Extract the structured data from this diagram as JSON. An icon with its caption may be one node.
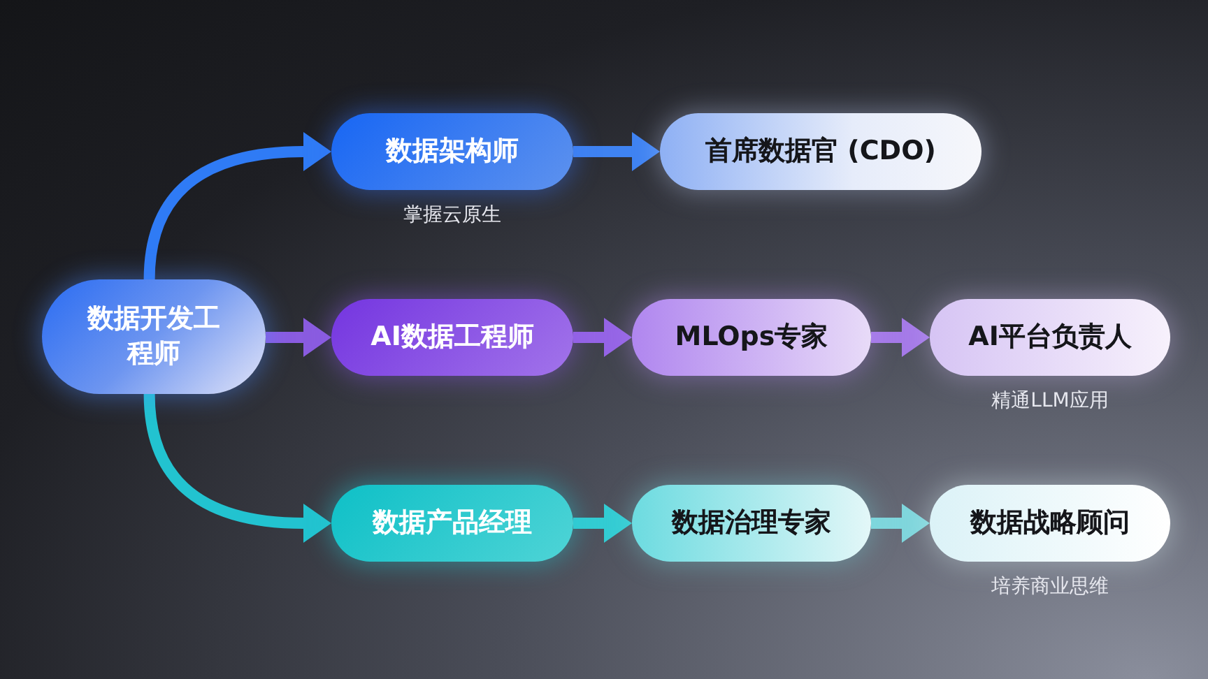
{
  "diagram": {
    "nodes": [
      {
        "text": [
          "数据开发工程师"
        ]
      },
      {
        "text": [
          "数据架构师"
        ],
        "beside": [
          "掌握云原生"
        ]
      },
      {
        "text": [
          "首席数据官 (CDO)"
        ]
      },
      {
        "text": [
          "AI数据工程师"
        ]
      },
      {
        "text": [
          "MLOps专家"
        ]
      },
      {
        "text": [
          "AI平台负责人"
        ],
        "beside": [
          "精通LLM应用"
        ]
      },
      {
        "text": [
          "数据产品经理"
        ]
      },
      {
        "text": [
          "数据治理专家"
        ]
      },
      {
        "text": [
          "数据战略顾问"
        ],
        "beside": [
          "培养商业思维"
        ]
      }
    ],
    "edges": [
      {
        "from": 0,
        "to": 1,
        "arrow": "to",
        "color": "#2f7bf5"
      },
      {
        "from": 1,
        "to": 2,
        "arrow": "to",
        "color": "#3f83f2"
      },
      {
        "from": 0,
        "to": 3,
        "arrow": "to",
        "color": "#8a5ce0"
      },
      {
        "from": 3,
        "to": 4,
        "arrow": "to",
        "color": "#9564e6"
      },
      {
        "from": 4,
        "to": 5,
        "arrow": "to",
        "color": "#a57ae8"
      },
      {
        "from": 0,
        "to": 6,
        "arrow": "to",
        "color": "#22c3d0"
      },
      {
        "from": 6,
        "to": 7,
        "arrow": "to",
        "color": "#33ccd3"
      },
      {
        "from": 7,
        "to": 8,
        "arrow": "to",
        "color": "#7fd6dc"
      }
    ]
  }
}
